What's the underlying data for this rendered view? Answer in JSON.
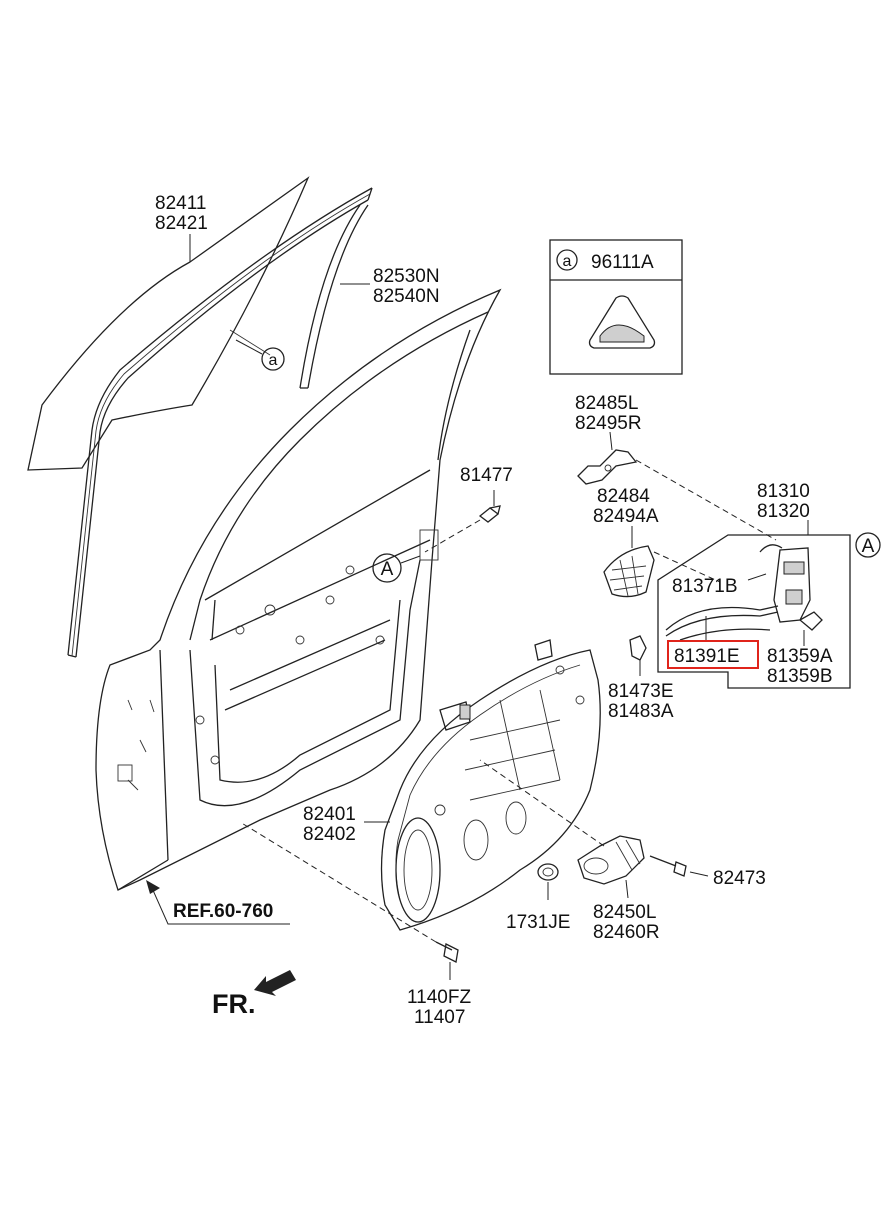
{
  "labels": {
    "glass": [
      "82411",
      "82421"
    ],
    "run_channel": [
      "82530N",
      "82540N"
    ],
    "bolt_top": "81477",
    "callout_a_box": "96111A",
    "callout_a_letter": "a",
    "callout_A_letter": "A",
    "bracket": [
      "82485L",
      "82495R"
    ],
    "latch_assy": [
      "81310",
      "81320"
    ],
    "handle_bracket": [
      "82484",
      "82494A"
    ],
    "cable_1": "81371B",
    "cable_2": "81391E",
    "actuator": [
      "81359A",
      "81359B"
    ],
    "clip": [
      "81473E",
      "81483A"
    ],
    "module_panel": [
      "82401",
      "82402"
    ],
    "motor": [
      "82450L",
      "82460R"
    ],
    "screw": "82473",
    "grommet": "1731JE",
    "bolt_bottom": [
      "1140FZ",
      "11407"
    ],
    "ref": "REF.60-760",
    "front": "FR."
  },
  "highlight": {
    "part": "81391E",
    "color": "#e0241b"
  },
  "colors": {
    "line": "#222222",
    "background": "#ffffff"
  }
}
